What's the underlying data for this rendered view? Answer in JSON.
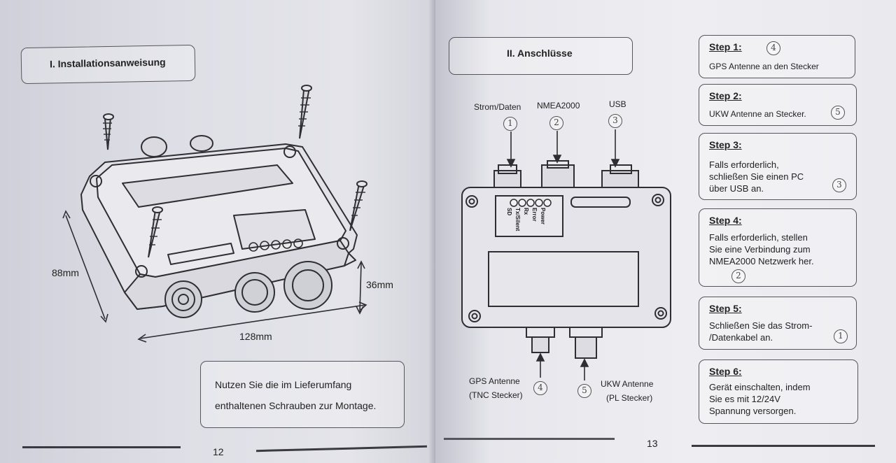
{
  "left_page": {
    "header": "I. Installationsanweisung",
    "dimensions": {
      "height": "88mm",
      "depth": "36mm",
      "width": "128mm"
    },
    "note_lines": [
      "Nutzen Sie die im Lieferumfang",
      "enthaltenen Schrauben zur Montage."
    ],
    "page_number": "12"
  },
  "right_page": {
    "header": "II. Anschlüsse",
    "top_connectors": [
      {
        "label": "Strom/Daten",
        "num": "1"
      },
      {
        "label": "NMEA2000",
        "num": "2"
      },
      {
        "label": "USB",
        "num": "3"
      }
    ],
    "led_labels": [
      "Power",
      "Error",
      "Rx",
      "Tx/Silent",
      "SD"
    ],
    "bottom_connectors": [
      {
        "label": "GPS Antenne",
        "sub": "(TNC Stecker)",
        "num": "4"
      },
      {
        "label": "UKW Antenne",
        "sub": "(PL Stecker)",
        "num": "5"
      }
    ],
    "page_number": "13",
    "steps": [
      {
        "title": "Step 1:",
        "body": "GPS Antenne an den Stecker",
        "num": "4"
      },
      {
        "title": "Step 2:",
        "body": "UKW Antenne an Stecker.",
        "num": "5"
      },
      {
        "title": "Step 3:",
        "body": "Falls erforderlich,\nschließen Sie einen PC\nüber USB an.",
        "num": "3"
      },
      {
        "title": "Step 4:",
        "body": "Falls erforderlich, stellen\nSie eine Verbindung zum\nNMEA2000 Netzwerk her.",
        "num": "2"
      },
      {
        "title": "Step 5:",
        "body": "Schließen Sie das Strom-\n/Datenkabel an.",
        "num": "1"
      },
      {
        "title": "Step 6:",
        "body": "Gerät einschalten, indem\nSie es mit 12/24V\nSpannung versorgen.",
        "num": ""
      }
    ]
  }
}
